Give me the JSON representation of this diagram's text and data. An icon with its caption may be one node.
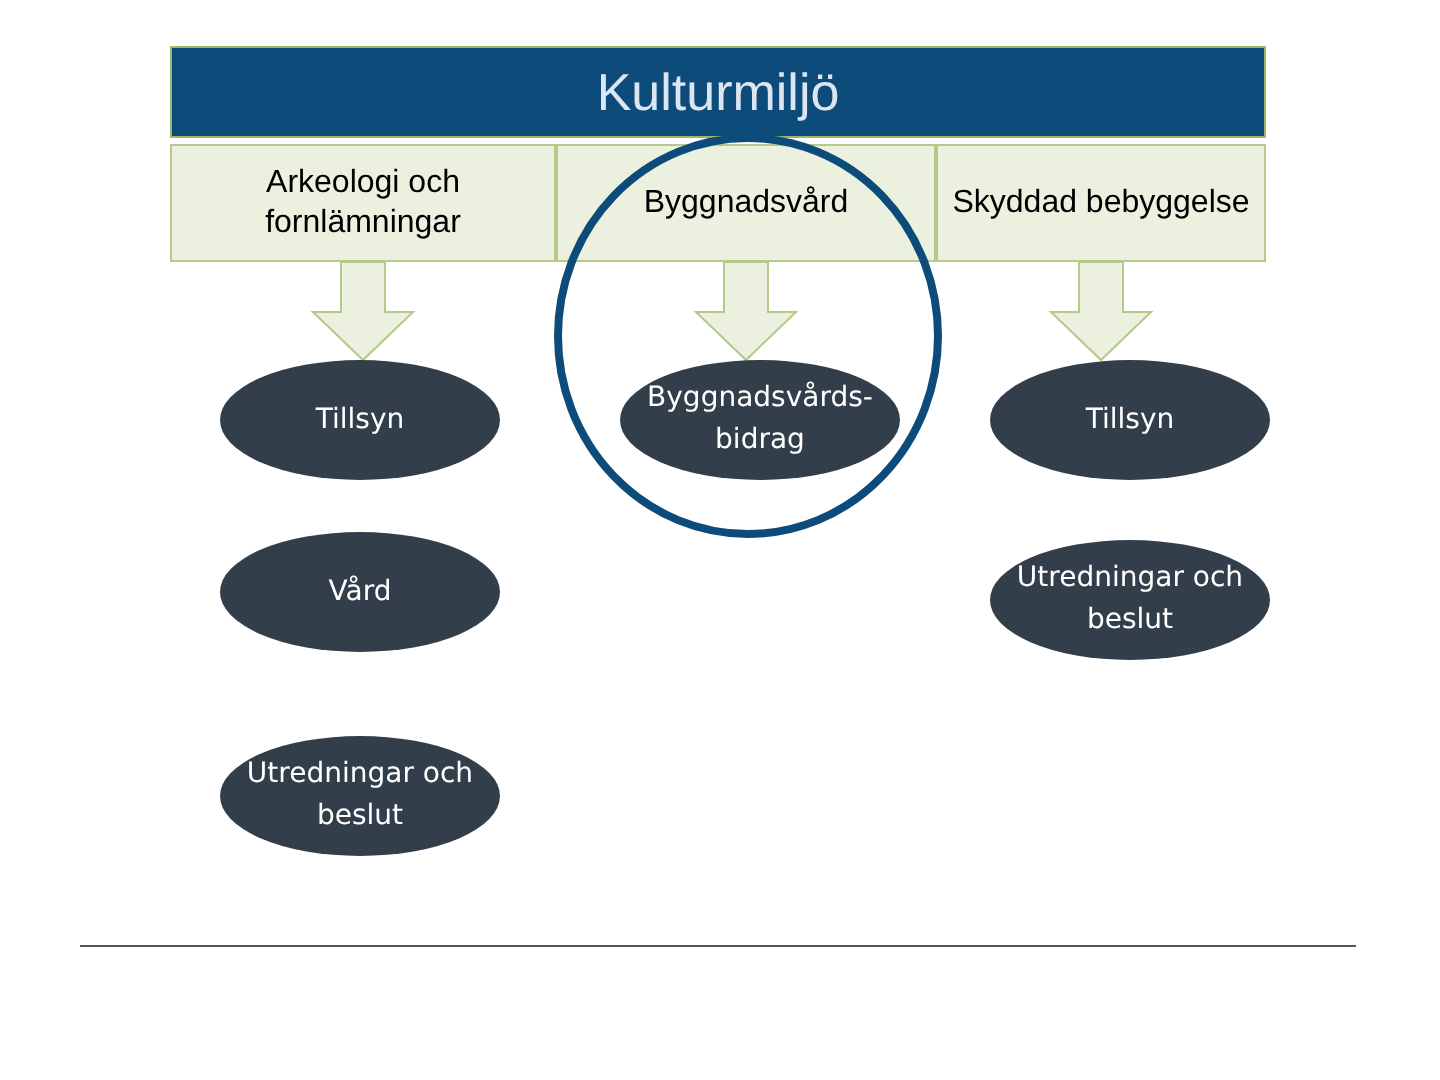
{
  "diagram": {
    "nodes": [
      {
        "text": [
          "Kulturmiljö"
        ]
      },
      {
        "text": [
          "Arkeologi och fornlämningar"
        ]
      },
      {
        "text": [
          "Byggnadsvård"
        ]
      },
      {
        "text": [
          "Skyddad bebyggelse"
        ]
      },
      {
        "text": [
          "Tillsyn"
        ]
      },
      {
        "text": [
          "Byggnadsvårds-bidrag"
        ]
      },
      {
        "text": [
          "Tillsyn"
        ]
      },
      {
        "text": [
          "Vård"
        ]
      },
      {
        "text": [
          "Utredningar och beslut"
        ]
      },
      {
        "text": [
          "Utredningar och beslut"
        ]
      }
    ],
    "edges": [
      {
        "from": 1,
        "to": 4,
        "arrow": "to"
      },
      {
        "from": 2,
        "to": 5,
        "arrow": "to"
      },
      {
        "from": 3,
        "to": 6,
        "arrow": "to"
      }
    ]
  }
}
